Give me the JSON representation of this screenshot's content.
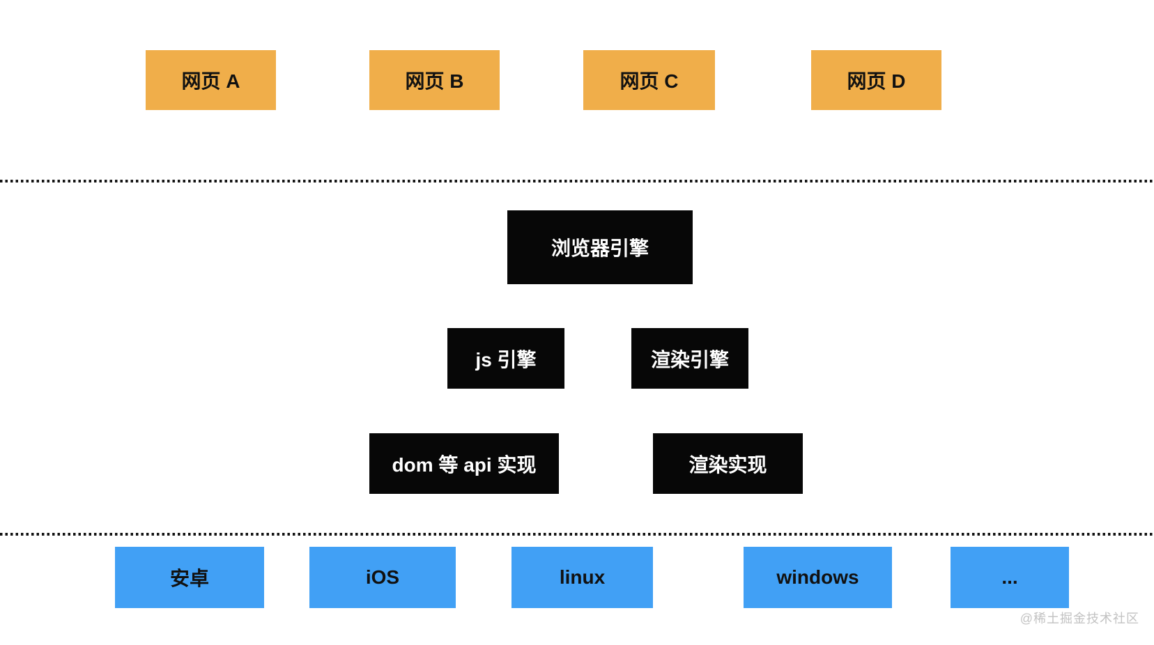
{
  "diagram": {
    "title_hint": "browser-architecture",
    "webpages": [
      {
        "label": "网页 A"
      },
      {
        "label": "网页 B"
      },
      {
        "label": "网页 C"
      },
      {
        "label": "网页 D"
      }
    ],
    "engine_layer": {
      "browser_engine": "浏览器引擎",
      "js_engine": "js 引擎",
      "render_engine": "渲染引擎",
      "dom_api_impl": "dom 等 api 实现",
      "render_impl": "渲染实现"
    },
    "platforms": [
      {
        "label": "安卓"
      },
      {
        "label": "iOS"
      },
      {
        "label": "linux"
      },
      {
        "label": "windows"
      },
      {
        "label": "..."
      }
    ],
    "watermark": "@稀土掘金技术社区",
    "colors": {
      "webpage_box": "#F0AE4A",
      "engine_box": "#070707",
      "platform_box": "#41A0F5",
      "text_dark": "#111111",
      "text_light": "#FFFFFF",
      "watermark": "#C2C2C2",
      "dot_color": "#131313"
    }
  }
}
